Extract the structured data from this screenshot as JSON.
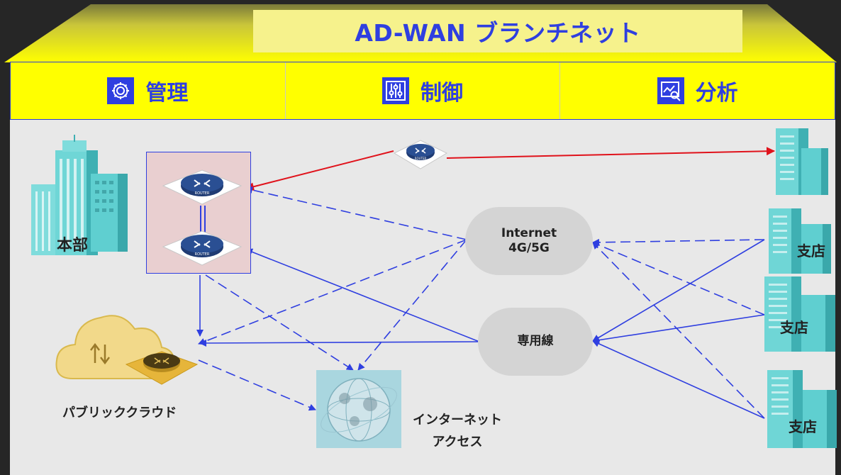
{
  "header": {
    "title": "AD-WAN ブランチネット"
  },
  "band": [
    {
      "label": "管理",
      "icon": "gear-icon"
    },
    {
      "label": "制御",
      "icon": "sliders-icon"
    },
    {
      "label": "分析",
      "icon": "chart-magnifier-icon"
    }
  ],
  "nodes": {
    "hq": "本部",
    "public_cloud": "パブリッククラウド",
    "internet_access_line1": "インターネット",
    "internet_access_line2": "アクセス",
    "internet_cloud_line1": "Internet",
    "internet_cloud_line2": "4G/5G",
    "dedicated_line": "専用線",
    "branch1": "支店",
    "branch2": "支店",
    "branch3": "支店",
    "router_text": "ROUTER"
  },
  "colors": {
    "accent_blue": "#2f3fe0",
    "control_red": "#e0121b",
    "band_yellow": "#ffff00",
    "title_bg": "#f6f28c",
    "building_teal": "#6fd6d6"
  }
}
